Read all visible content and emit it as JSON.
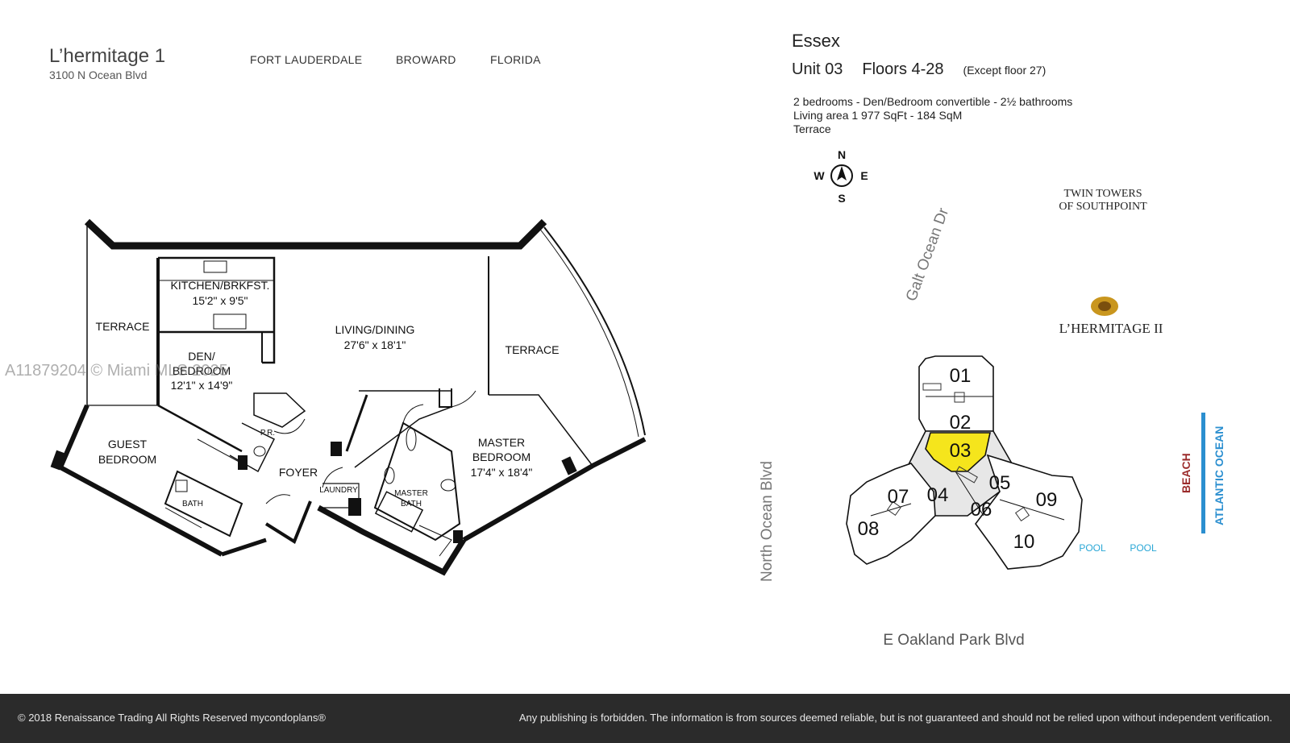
{
  "building": {
    "name": "L’hermitage 1",
    "address": "3100 N Ocean Blvd",
    "city": "FORT LAUDERDALE",
    "county": "BROWARD",
    "state": "FLORIDA"
  },
  "unit": {
    "model": "Essex",
    "unit": "Unit 03",
    "floors": "Floors  4-28",
    "exception": "(Except floor 27)",
    "rooms": "2 bedrooms - Den/Bedroom convertible  - 2½ bathrooms",
    "area": "Living area  1 977  SqFt - 184  SqM",
    "outdoor": "Terrace"
  },
  "floorplan": {
    "kitchen": "KITCHEN/BRKFST.",
    "kitchen_dim": "15'2\" x 9'5\"",
    "terrace_left": "TERRACE",
    "living": "LIVING/DINING",
    "living_dim": "27'6\" x 18'1\"",
    "terrace_right": "TERRACE",
    "den_1": "DEN/",
    "den_2": "BEDROOM",
    "den_dim": "12'1\" x 14'9\"",
    "pr": "P.R.",
    "guest_1": "GUEST",
    "guest_2": "BEDROOM",
    "bath": "BATH",
    "foyer": "FOYER",
    "laundry": "LAUNDRY",
    "master_bath_1": "MASTER",
    "master_bath_2": "BATH",
    "master_1": "MASTER",
    "master_2": "BEDROOM",
    "master_dim": "17'4\" x 18'4\""
  },
  "siteplan": {
    "compass_n": "N",
    "compass_s": "S",
    "compass_e": "E",
    "compass_w": "W",
    "twin_1": "TWIN TOWERS",
    "twin_2": "OF SOUTHPOINT",
    "galt": "Galt Ocean Dr",
    "lhermitage2": "L’HERMITAGE II",
    "north_ocean": "North Ocean Blvd",
    "oakland": "E Oakland Park Blvd",
    "beach": "BEACH",
    "ocean": "ATLANTIC OCEAN",
    "pool_1": "POOL",
    "pool_2": "POOL",
    "units": [
      "01",
      "02",
      "03",
      "04",
      "05",
      "06",
      "07",
      "08",
      "09",
      "10"
    ],
    "highlight_color": "#f5e51c",
    "ocean_color": "#2b8fd0",
    "beach_color": "#9b2b2b",
    "pool_color": "#2aa7d6"
  },
  "watermark": "A11879204 © Miami MLS 2025",
  "footer": {
    "copyright": "© 2018  Renaissance Trading  All Rights Reserved  mycondoplans®",
    "disclaimer": "Any publishing is forbidden.  The information is from sources deemed reliable, but is not guaranteed and should not be relied upon without independent verification."
  }
}
